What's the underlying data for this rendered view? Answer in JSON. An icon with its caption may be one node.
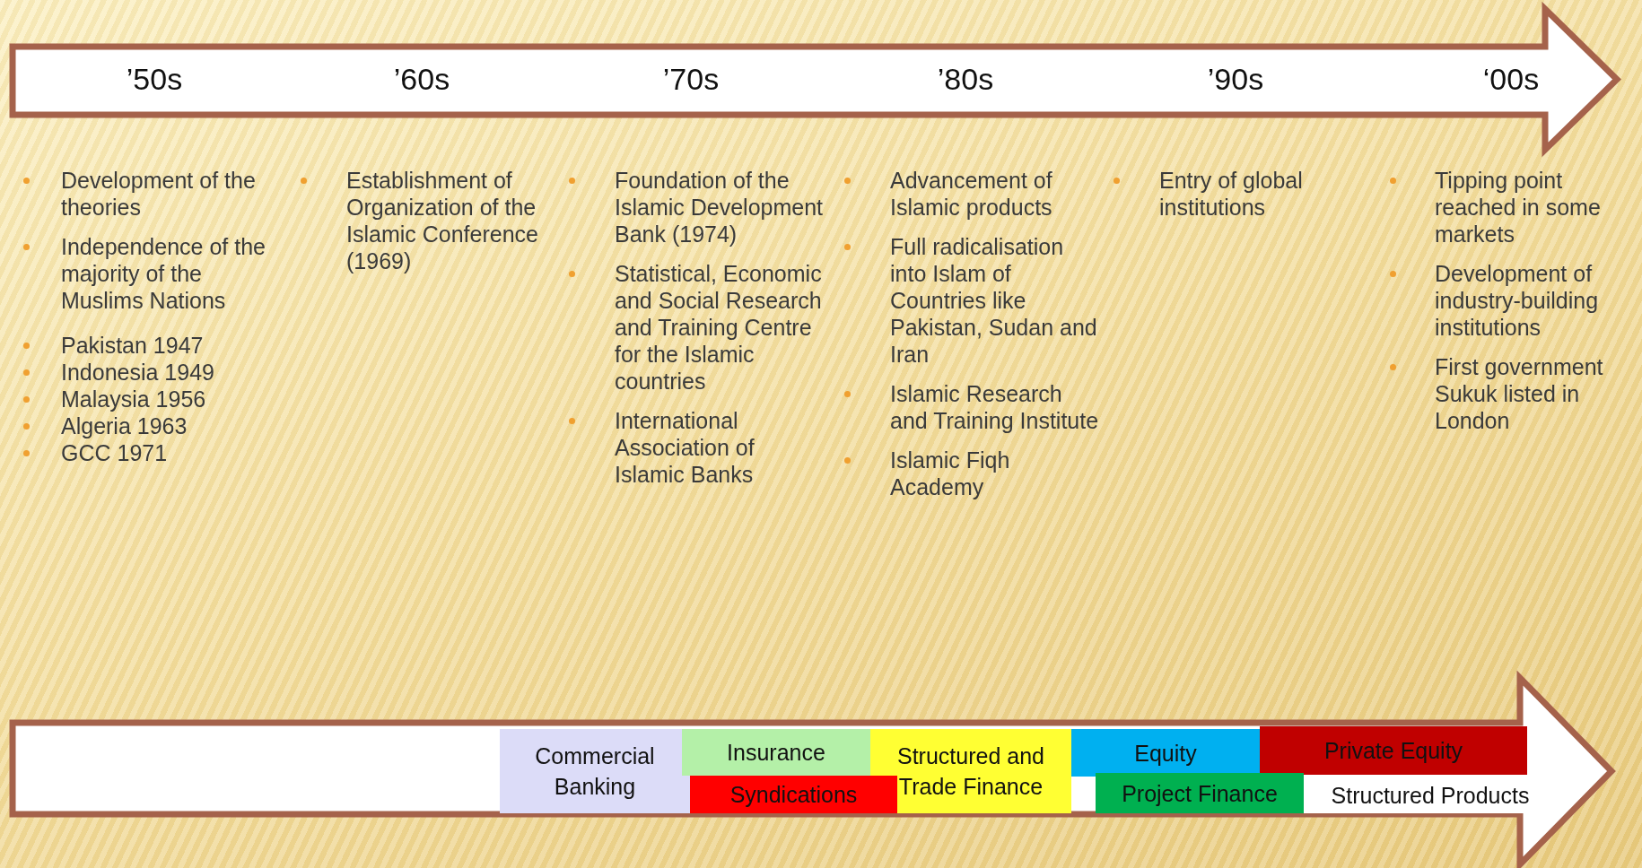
{
  "diagram": {
    "nodes": [
      {
        "text": [
          "Commercial Banking"
        ]
      },
      {
        "text": [
          "Insurance"
        ]
      },
      {
        "text": [
          "Syndications"
        ]
      },
      {
        "text": [
          "Structured and Trade Finance"
        ]
      },
      {
        "text": [
          "Equity"
        ]
      },
      {
        "text": [
          "Private Equity"
        ]
      },
      {
        "text": [
          "Project Finance"
        ]
      },
      {
        "text": [
          "Structured Products"
        ]
      }
    ],
    "edges": [],
    "labels": [
      "’50s",
      "’60s",
      "’70s",
      "’80s",
      "’90s",
      "‘00s",
      "Development of the theories",
      "Independence of the majority of the Muslims Nations",
      "Pakistan 1947",
      "Indonesia 1949",
      "Malaysia 1956",
      "Algeria 1963",
      "GCC 1971",
      "Establishment of Organization of the Islamic Conference (1969)",
      "Foundation of the Islamic Development Bank (1974)",
      "Statistical, Economic and Social Research and Training Centre for the Islamic countries",
      "International Association of Islamic Banks",
      "Advancement of Islamic products",
      "Full radicalisation into Islam of Countries like Pakistan, Sudan and Iran",
      "Islamic Research and Training Institute",
      "Islamic Fiqh Academy",
      "Entry of global institutions",
      "Tipping point reached in some markets",
      "Development of industry-building institutions",
      "First government Sukuk listed in London"
    ]
  }
}
